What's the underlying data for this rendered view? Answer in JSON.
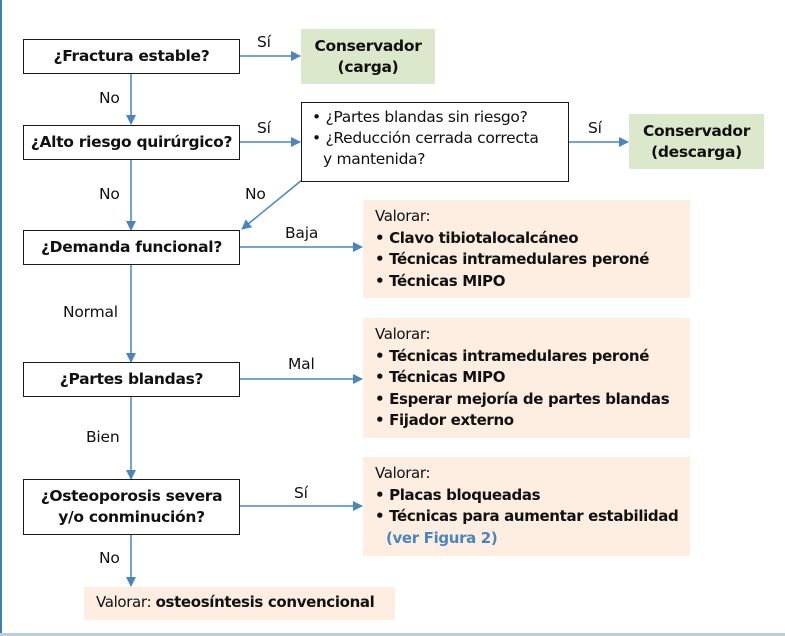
{
  "accent_color": "#4a86bd",
  "questions": {
    "fractura": "¿Fractura estable?",
    "riesgo": "¿Alto riesgo quirúrgico?",
    "demanda": "¿Demanda funcional?",
    "partes": "¿Partes blandas?",
    "osteo_line1": "¿Osteoporosis severa",
    "osteo_line2": "y/o conminución?"
  },
  "checks": {
    "line1": "• ¿Partes blandas sin riesgo?",
    "line2": "• ¿Reducción cerrada correcta",
    "line3": "y mantenida?"
  },
  "outcomes": {
    "conservador_carga": {
      "line1": "Conservador",
      "line2": "(carga)"
    },
    "conservador_descarga": {
      "line1": "Conservador",
      "line2": "(descarga)"
    }
  },
  "recommendations": {
    "baja": {
      "heading": "Valorar:",
      "items": [
        "• Clavo tibiotalocalcáneo",
        "• Técnicas intramedulares peroné",
        "• Técnicas MIPO"
      ]
    },
    "mal": {
      "heading": "Valorar:",
      "items": [
        "• Técnicas intramedulares peroné",
        "• Técnicas MIPO",
        "• Esperar mejoría de partes blandas",
        "• Fijador externo"
      ]
    },
    "osteo": {
      "heading": "Valorar:",
      "items": [
        "• Placas bloqueadas",
        "• Técnicas para aumentar estabilidad"
      ],
      "link": "(ver Figura 2)"
    },
    "convencional": {
      "heading": "Valorar:",
      "item": "osteosíntesis convencional"
    }
  },
  "labels": {
    "si1": "Sí",
    "no1": "No",
    "si2": "Sí",
    "si3": "Sí",
    "no2": "No",
    "no3": "No",
    "baja": "Baja",
    "normal": "Normal",
    "mal": "Mal",
    "bien": "Bien",
    "si4": "Sí",
    "no4": "No"
  }
}
